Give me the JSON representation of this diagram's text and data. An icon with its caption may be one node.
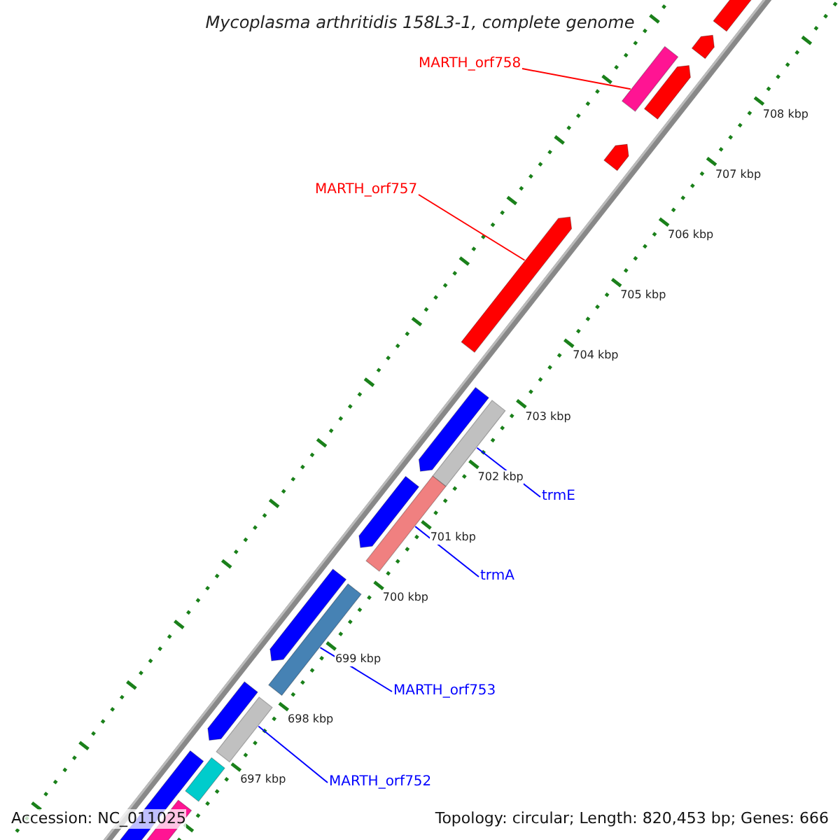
{
  "diagram": {
    "title": "Mycoplasma arthritidis 158L3-1, complete genome",
    "nodes": [
      {
        "text": [
          "MARTH_orf758"
        ]
      },
      {
        "text": [
          "MARTH_orf757"
        ]
      },
      {
        "text": [
          "trmE"
        ]
      },
      {
        "text": [
          "trmA"
        ]
      },
      {
        "text": [
          "MARTH_orf753"
        ]
      },
      {
        "text": [
          "MARTH_orf752"
        ]
      },
      {
        "text": [],
        "shape": "bar"
      },
      {
        "text": [],
        "shape": "bar"
      },
      {
        "text": [],
        "shape": "bar"
      },
      {
        "text": [],
        "shape": "bar"
      },
      {
        "text": [],
        "shape": "bar"
      },
      {
        "text": [],
        "shape": "bar"
      }
    ],
    "edges": [
      {
        "from": 0,
        "to": 6,
        "arrow": "none",
        "color": "#ff0000"
      },
      {
        "from": 1,
        "to": 7,
        "arrow": "none",
        "color": "#ff0000"
      },
      {
        "from": 2,
        "to": 8,
        "arrow": "none"
      },
      {
        "from": 3,
        "to": 9,
        "arrow": "none"
      },
      {
        "from": 4,
        "to": 10,
        "arrow": "none"
      },
      {
        "from": 5,
        "to": 11,
        "arrow": "none"
      }
    ],
    "labels": [
      "708 kbp",
      "707 kbp",
      "706 kbp",
      "705 kbp",
      "704 kbp",
      "703 kbp",
      "702 kbp",
      "701 kbp",
      "700 kbp",
      "699 kbp",
      "698 kbp",
      "697 kbp",
      "Accession: NC_011025",
      "Topology: circular; Length: 820,453 bp; Genes: 666"
    ]
  }
}
